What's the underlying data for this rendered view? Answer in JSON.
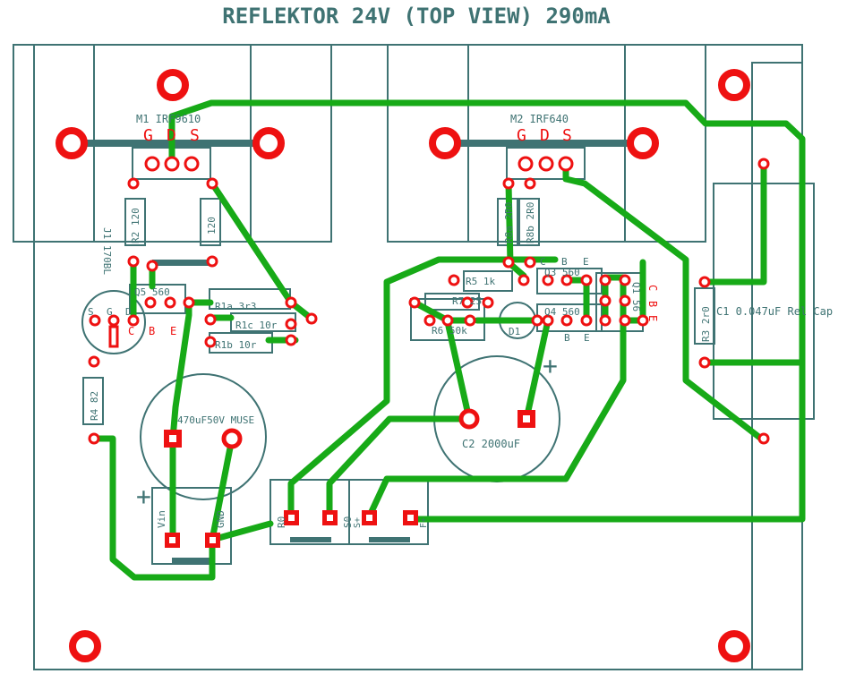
{
  "title": "REFLEKTOR 24V (TOP VIEW) 290mA",
  "colors": {
    "outline": "#3f7373",
    "trace": "#17aa17",
    "pad": "#ee1111",
    "label_red": "#ee1111"
  },
  "components": {
    "m1": "M1 IRF9610",
    "m2": "M2 IRF640",
    "gds": [
      "G",
      "D",
      "S"
    ],
    "r2": "R2 120",
    "r120": "120",
    "j1": "J1 170BL",
    "q5": "Q5 560",
    "r1a": "R1a 3r3",
    "r1c": "R1c 10r",
    "r1b": "R1b 10r",
    "sgd": [
      "S",
      "G",
      "D"
    ],
    "cbe_left": [
      "C",
      "B",
      "E"
    ],
    "r4": "R4 82",
    "c470": "470uF50V MUSE",
    "vin": "Vin",
    "gnd": "GND",
    "r8a": "R8a 2R0",
    "r8b": "R8b 2R0",
    "r5": "R5 1k",
    "q3": "Q3 560",
    "cbe_q3": [
      "C",
      "B",
      "E"
    ],
    "r7": "R7 25",
    "r6": "R6 50k",
    "d1": "D1",
    "q4": "Q4 560",
    "be_q4": [
      "B",
      "E"
    ],
    "q1": "Q1 56",
    "cbe_q1": [
      "C",
      "B",
      "E"
    ],
    "c2": "C2 2000uF",
    "r3": "R3 2r0",
    "c1": "C1 0.047uF Rel Cap",
    "r0": "R0",
    "s0": "S0",
    "s_plus": "S+",
    "f_plus": "F+",
    "plus_sign": "+"
  }
}
